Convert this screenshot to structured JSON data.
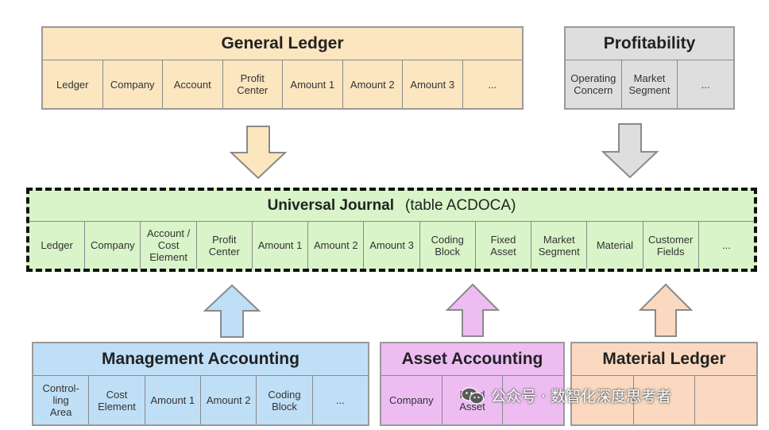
{
  "general_ledger": {
    "title": "General Ledger",
    "cells": [
      "Ledger",
      "Company",
      "Account",
      "Profit\nCenter",
      "Amount 1",
      "Amount 2",
      "Amount 3",
      "..."
    ]
  },
  "profitability": {
    "title": "Profitability",
    "cells": [
      "Operating\nConcern",
      "Market\nSegment",
      "..."
    ]
  },
  "universal_journal": {
    "title": "Universal Journal",
    "subtitle": "(table ACDOCA)",
    "cells": [
      "Ledger",
      "Company",
      "Account /\nCost\nElement",
      "Profit\nCenter",
      "Amount 1",
      "Amount 2",
      "Amount 3",
      "Coding\nBlock",
      "Fixed\nAsset",
      "Market\nSegment",
      "Material",
      "Customer\nFields",
      "..."
    ]
  },
  "management_accounting": {
    "title": "Management Accounting",
    "cells": [
      "Control-\nling\nArea",
      "Cost\nElement",
      "Amount 1",
      "Amount 2",
      "Coding\nBlock",
      "..."
    ]
  },
  "asset_accounting": {
    "title": "Asset Accounting",
    "cells": [
      "Company",
      "Fixed\nAsset",
      ""
    ]
  },
  "material_ledger": {
    "title": "Material Ledger",
    "cells": [
      "",
      "",
      ""
    ]
  },
  "watermark": {
    "text": "公众号 · 数智化深度思考者"
  },
  "colors": {
    "general_ledger": "#fbe6c0",
    "profitability": "#dedede",
    "universal_journal": "#d9f4c8",
    "management_accounting": "#bfdff6",
    "asset_accounting": "#edbdf2",
    "material_ledger": "#fbd9c0"
  }
}
